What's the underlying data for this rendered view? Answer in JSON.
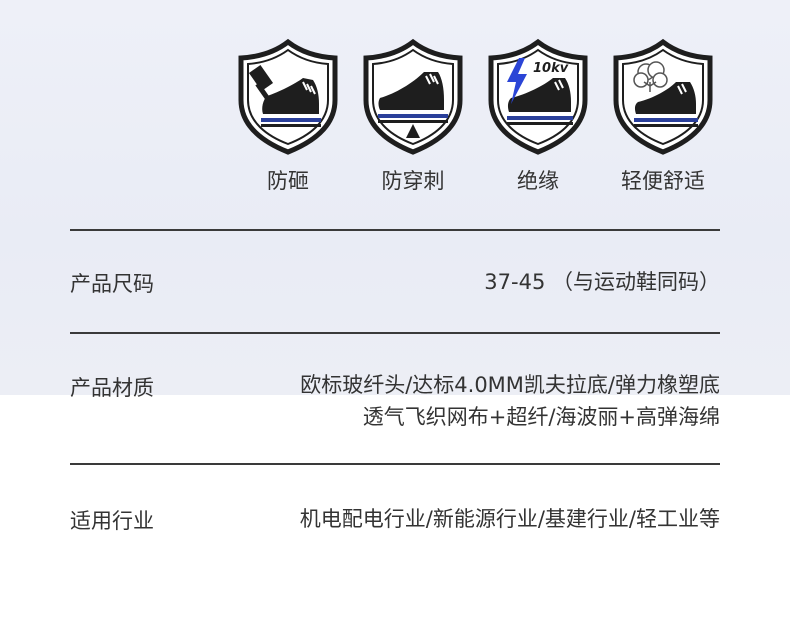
{
  "features": [
    {
      "label": "防砸",
      "icon": "anti-smash-icon"
    },
    {
      "label": "防穿刺",
      "icon": "anti-puncture-icon"
    },
    {
      "label": "绝缘",
      "icon": "insulation-icon",
      "badge": "10kv"
    },
    {
      "label": "轻便舒适",
      "icon": "comfort-icon"
    }
  ],
  "specs": {
    "size": {
      "label": "产品尺码",
      "value": "37-45 （与运动鞋同码）"
    },
    "material": {
      "label": "产品材质",
      "line1": "欧标玻纤头/达标4.0MM凯夫拉底/弹力橡塑底",
      "line2": "透气飞织网布+超纤/海波丽+高弹海绵"
    },
    "industry": {
      "label": "适用行业",
      "value": "机电配电行业/新能源行业/基建行业/轻工业等"
    }
  },
  "colors": {
    "accent_blue": "#2a3f9a",
    "bolt_blue": "#2b45d6",
    "shield_dark": "#1e1e1e"
  }
}
